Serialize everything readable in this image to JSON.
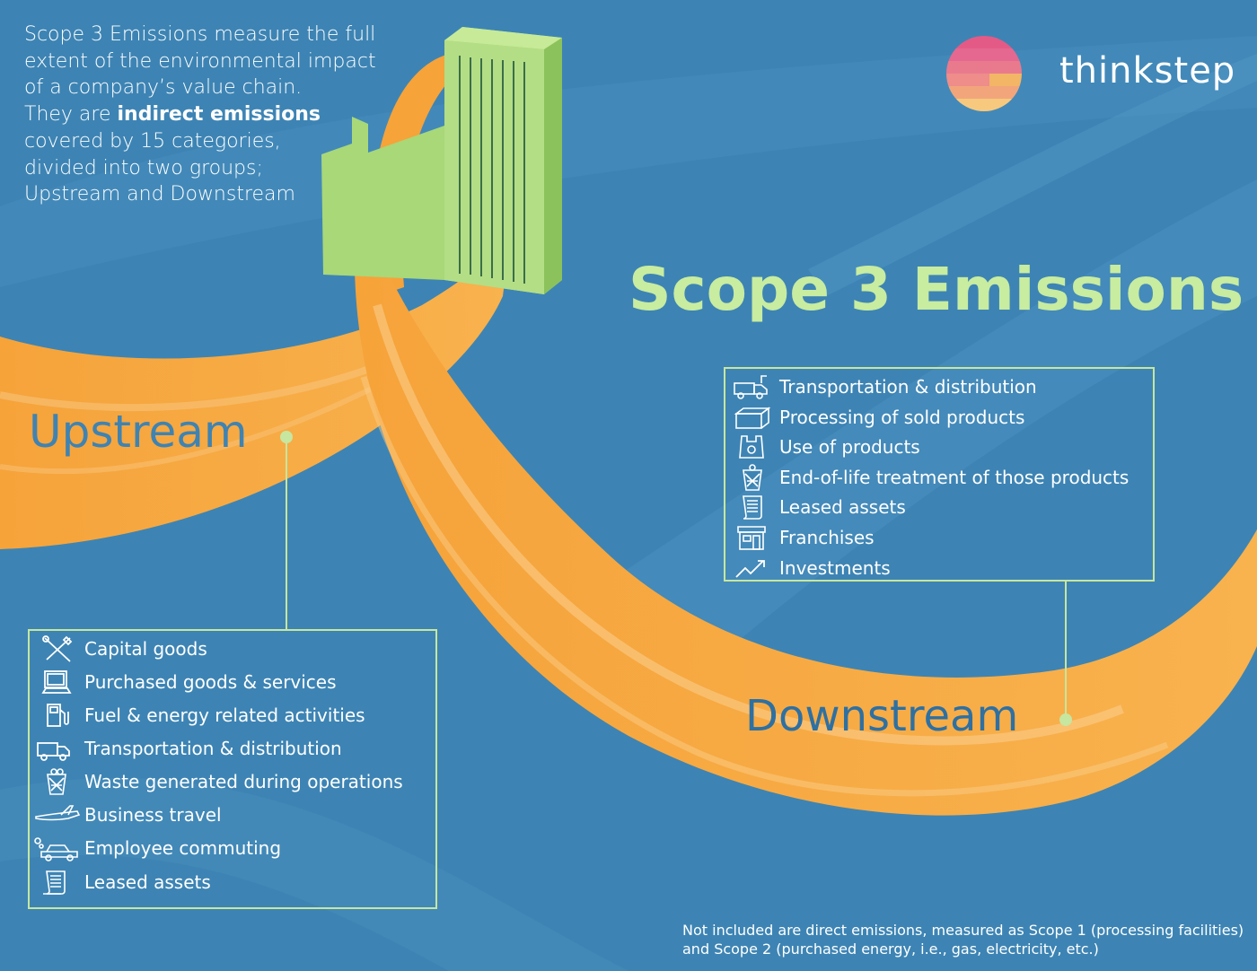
{
  "intro": {
    "line1": "Scope 3 Emissions measure the full",
    "line2": "extent of the environmental impact",
    "line3": "of a company’s value chain.",
    "line4_pre": "They are ",
    "line4_bold": "indirect emissions",
    "line5": "covered by 15 categories,",
    "line6": "divided into two groups;",
    "line7": "Upstream and Downstream"
  },
  "brand": {
    "name": "thinkstep"
  },
  "title": "Scope 3 Emissions",
  "upstream": {
    "label": "Upstream",
    "items": [
      {
        "label": "Capital goods",
        "icon": "tools-icon"
      },
      {
        "label": "Purchased goods & services",
        "icon": "computer-icon"
      },
      {
        "label": "Fuel & energy related activities",
        "icon": "fuel-pump-icon"
      },
      {
        "label": "Transportation & distribution",
        "icon": "truck-icon"
      },
      {
        "label": "Waste generated during operations",
        "icon": "waste-bin-icon"
      },
      {
        "label": "Business travel",
        "icon": "airplane-icon"
      },
      {
        "label": "Employee commuting",
        "icon": "car-icon"
      },
      {
        "label": "Leased assets",
        "icon": "document-icon"
      }
    ]
  },
  "downstream": {
    "label": "Downstream",
    "items": [
      {
        "label": "Transportation & distribution",
        "icon": "truck-icon"
      },
      {
        "label": "Processing of sold products",
        "icon": "box-icon"
      },
      {
        "label": "Use of products",
        "icon": "bag-icon"
      },
      {
        "label": "End-of-life treatment of those products",
        "icon": "waste-bin-icon"
      },
      {
        "label": "Leased assets",
        "icon": "document-icon"
      },
      {
        "label": "Franchises",
        "icon": "storefront-icon"
      },
      {
        "label": "Investments",
        "icon": "trend-up-icon"
      }
    ]
  },
  "footnote": {
    "line1": "Not included are direct emissions, measured as Scope 1 (processing facilities)",
    "line2": "and Scope 2 (purchased energy, i.e., gas, electricity, etc.)"
  },
  "colors": {
    "background": "#3d84b4",
    "ribbon": "#f6a33a",
    "accent": "#c8eca0",
    "building": "#a8d878"
  }
}
